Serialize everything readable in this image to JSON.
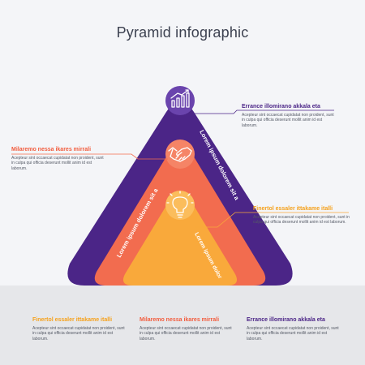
{
  "title": "Pyramid infographic",
  "colors": {
    "purple": "#4b2587",
    "orange": "#f26c4f",
    "yellow": "#f9a93b",
    "background": "#f4f5f8",
    "band": "#e6e7ea"
  },
  "pyramid": {
    "outer_label": "Lorem ipsum dolorem sit amet",
    "middle_label": "Lorem ipsum dolorem sit amet",
    "inner_label": "Lorem ipsum dolor",
    "icons": [
      "chart-icon",
      "handshake-icon",
      "lightbulb-icon"
    ]
  },
  "callouts": {
    "top_right": {
      "heading": "Errance illomirano akkala eta",
      "body": "Acepteur sint occaecat cupidatat non proident, sunt in culpa qui officia deserunt mollit anim id est laborum."
    },
    "left": {
      "heading": "Milaremo nessa ikares mirrali",
      "body": "Acepteur sint occaecat cupidatat non proident, sunt in culpa qui officia deserunt mollit anim id est laborum."
    },
    "right": {
      "heading": "Finertol essaler ittakame italli",
      "body": "Acepteur sint occaecat cupidatat non proident, sunt in culpa qui officia deserunt mollit anim id est laborum."
    }
  },
  "bottom": [
    {
      "heading": "Finertol essaler ittakame italli",
      "body": "Acepteur sint occaecat cupidatat non proident, sunt in culpa qui officia deserunt mollit anim id est laborum.",
      "color": "#f5a11c"
    },
    {
      "heading": "Milaremo nessa ikares mirrali",
      "body": "Acepteur sint occaecat cupidatat non proident, sunt in culpa qui officia deserunt mollit anim id est laborum.",
      "color": "#f25c3d"
    },
    {
      "heading": "Errance illomirano akkala eta",
      "body": "Acepteur sint occaecat cupidatat non proident, sunt in culpa qui officia deserunt mollit anim id est laborum.",
      "color": "#4b2587"
    }
  ]
}
